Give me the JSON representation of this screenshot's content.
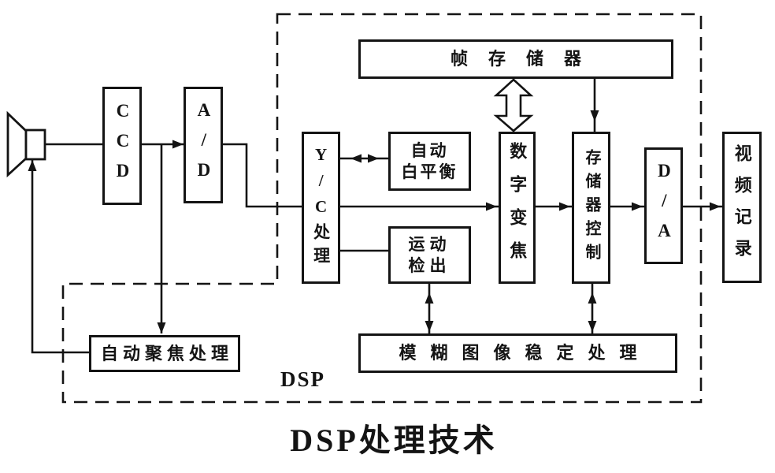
{
  "title_caption": "DSP处理技术",
  "region_label": "DSP",
  "blocks": {
    "ccd": {
      "label": "CCD"
    },
    "ad": {
      "label": "A/D"
    },
    "yc": {
      "label": "Y/C处理"
    },
    "awb": {
      "line1": "自动",
      "line2": "白平衡"
    },
    "motion": {
      "line1": "运动",
      "line2": "检出"
    },
    "frame_memory": {
      "label": "帧存储器"
    },
    "digital_zoom": {
      "label": "数字变焦"
    },
    "memory_control": {
      "label": "存储器控制"
    },
    "da": {
      "label": "D/A"
    },
    "video_record": {
      "label": "视频记录"
    },
    "stabilization": {
      "label": "模糊图像稳定处理"
    },
    "autofocus": {
      "label": "自动聚焦处理"
    }
  },
  "icons": {
    "lens": "camera-lens-icon"
  },
  "colors": {
    "ink": "#141414",
    "background": "#ffffff"
  }
}
